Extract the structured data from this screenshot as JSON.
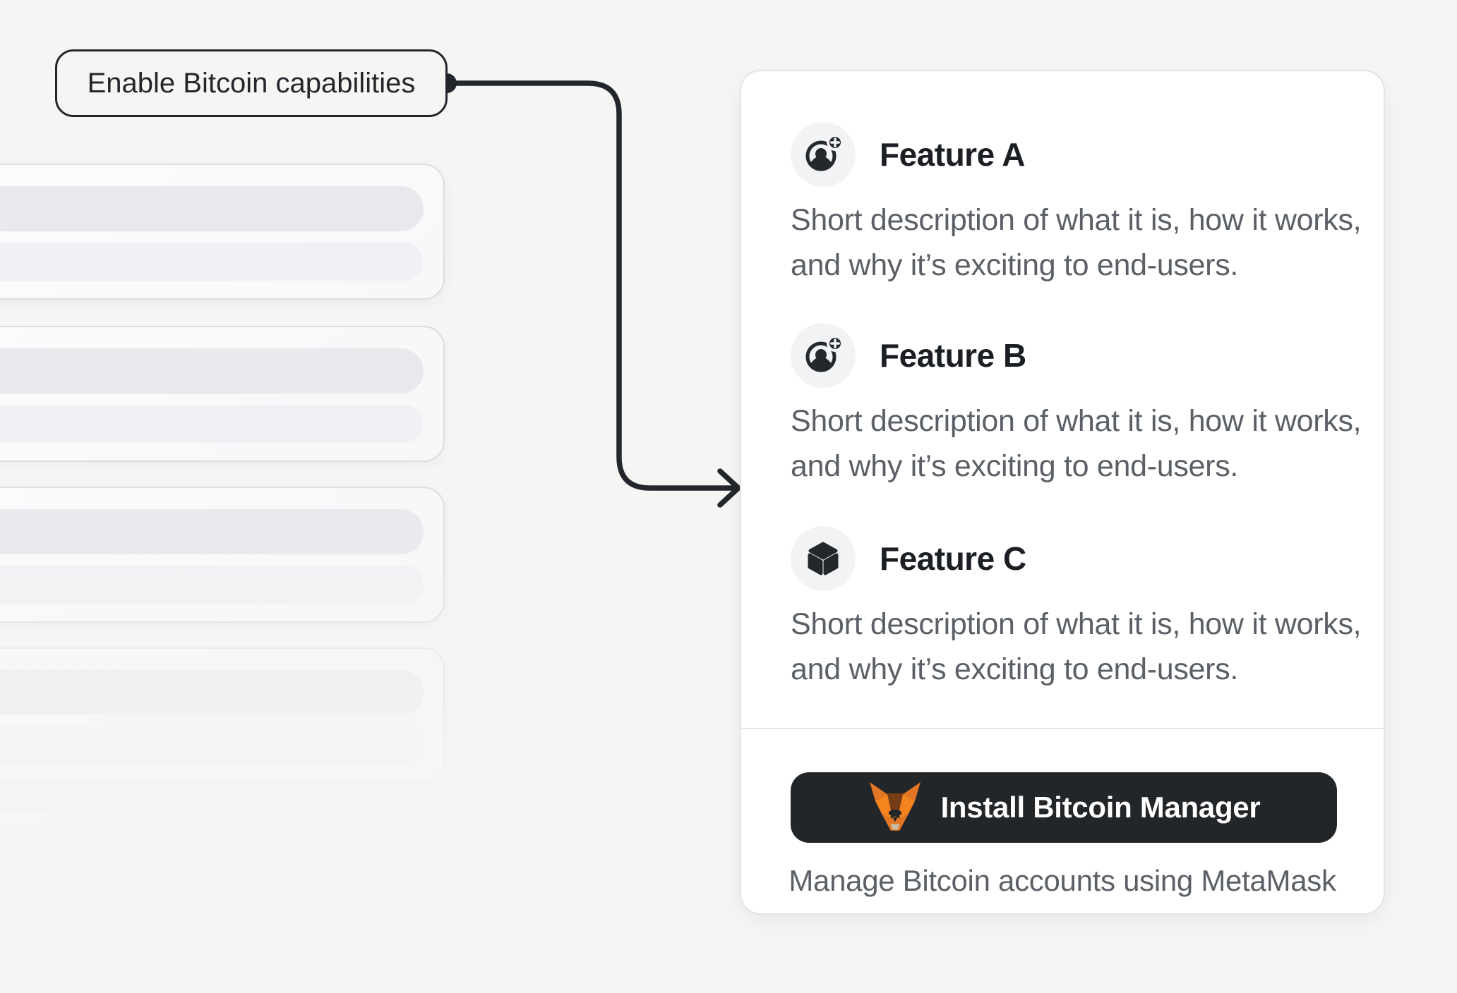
{
  "annotation": {
    "label": "Enable Bitcoin capabilities"
  },
  "connector": {
    "style": "elbow-arrow-with-dot",
    "color": "#23272c"
  },
  "skeleton": {
    "card_count": 5,
    "bars_per_card": 2
  },
  "panel": {
    "features": [
      {
        "icon": "user-plus-icon",
        "title": "Feature A",
        "description": "Short description of what it is, how it works, and why it’s exciting to end-users."
      },
      {
        "icon": "user-plus-icon",
        "title": "Feature B",
        "description": "Short description of what it is, how it works, and why it’s exciting to end-users."
      },
      {
        "icon": "cube-icon",
        "title": "Feature C",
        "description": "Short description of what it is, how it works, and why it’s exciting to end-users."
      }
    ],
    "cta": {
      "icon": "metamask-fox-icon",
      "label": "Install Bitcoin Manager"
    },
    "caption": "Manage Bitcoin accounts using MetaMask"
  },
  "colors": {
    "background": "#f5f5f4",
    "card": "#ffffff",
    "dark": "#23272c",
    "muted_text": "#5b6067",
    "icon_circle": "#f2f3f5",
    "skeleton_bar_dark": "#e8e9ed",
    "skeleton_bar_light": "#f0f1f4",
    "fox_orange": "#f5841f",
    "fox_brown": "#763d16",
    "fox_muzzle": "#c9bca8"
  }
}
